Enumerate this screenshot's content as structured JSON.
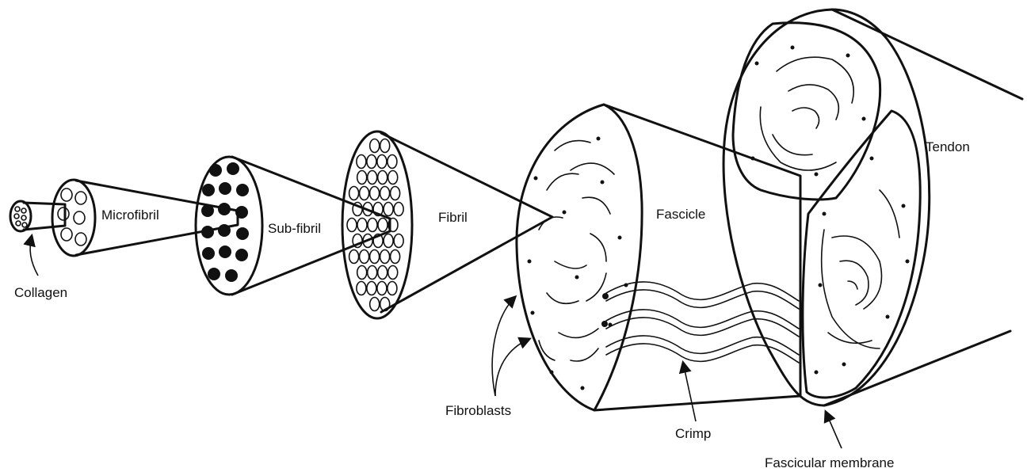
{
  "labels": {
    "collagen": "Collagen",
    "microfibril": "Microfibril",
    "sub_fibril": "Sub-fibril",
    "fibril": "Fibril",
    "fascicle": "Fascicle",
    "tendon": "Tendon",
    "fibroblasts": "Fibroblasts",
    "crimp": "Crimp",
    "fascicular_membrane": "Fascicular membrane"
  },
  "colors": {
    "ink": "#111111",
    "background": "#ffffff"
  }
}
